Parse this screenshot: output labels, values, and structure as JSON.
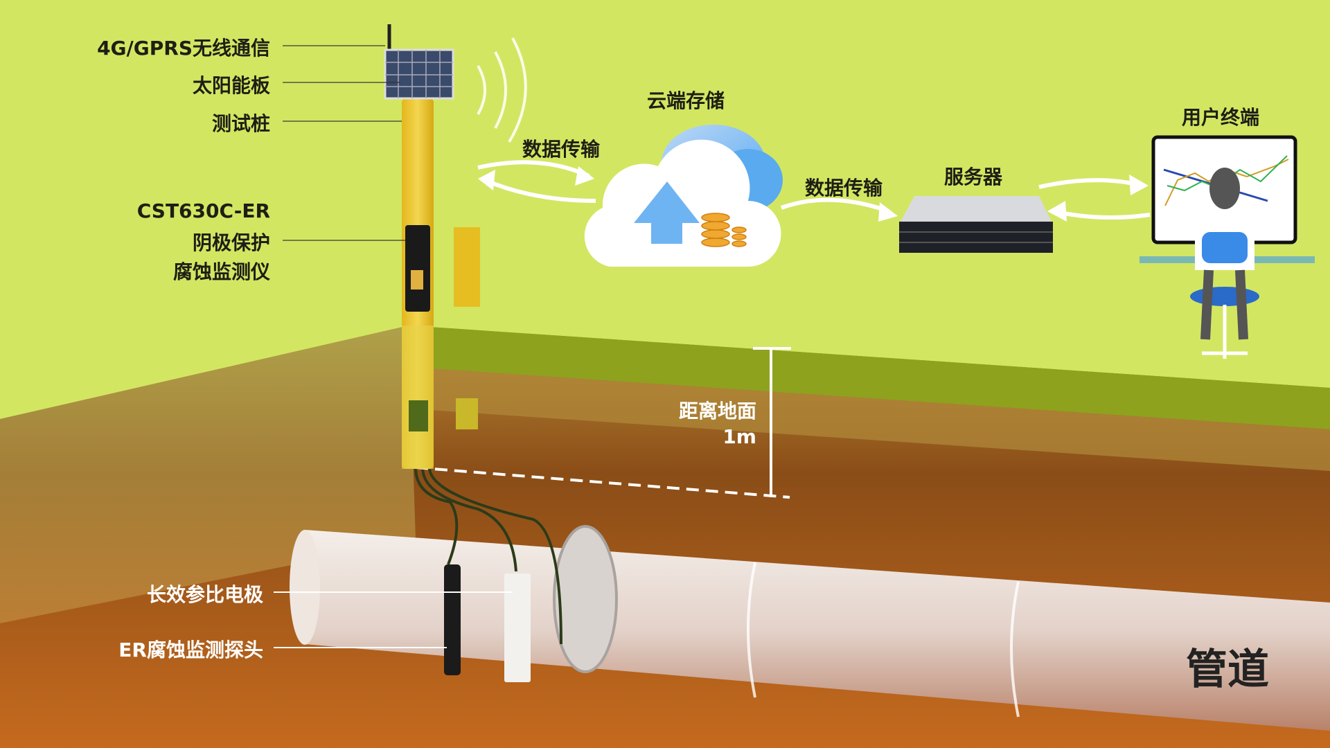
{
  "labels": {
    "wireless": "4G/GPRS无线通信",
    "solar": "太阳能板",
    "test_pile": "测试桩",
    "device_model": "CST630C-ER",
    "device_line2": "阴极保护",
    "device_line3": "腐蚀监测仪",
    "cloud": "云端存储",
    "transfer1": "数据传输",
    "transfer2": "数据传输",
    "server": "服务器",
    "terminal": "用户终端",
    "depth_line1": "距离地面",
    "depth_line2": "1m",
    "reference_electrode": "长效参比电极",
    "er_probe": "ER腐蚀监测探头",
    "pipeline": "管道"
  },
  "colors": {
    "ground_green": "#d3e662",
    "pole_yellow": "#e8c62a",
    "cloud_blue": "#5aaaf0",
    "soil": "#a8601e"
  }
}
